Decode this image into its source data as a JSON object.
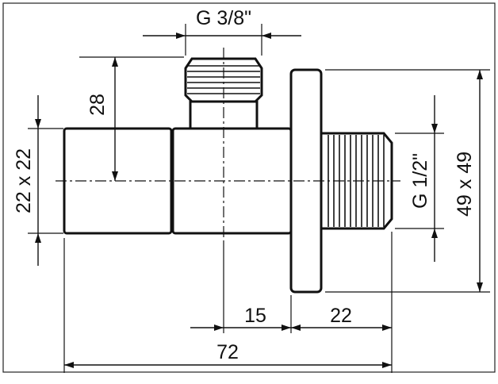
{
  "drawing": {
    "type": "technical-dimension-drawing",
    "subject": "angle valve",
    "dimensions": {
      "top_thread": "G 3/8\"",
      "height_to_axis": "28",
      "body_square": "22 x 22",
      "outlet_thread": "G 1/2\"",
      "rosette_square": "49 x 49",
      "offset_axis_to_rosette": "15",
      "outlet_length": "22",
      "overall_length": "72"
    }
  }
}
